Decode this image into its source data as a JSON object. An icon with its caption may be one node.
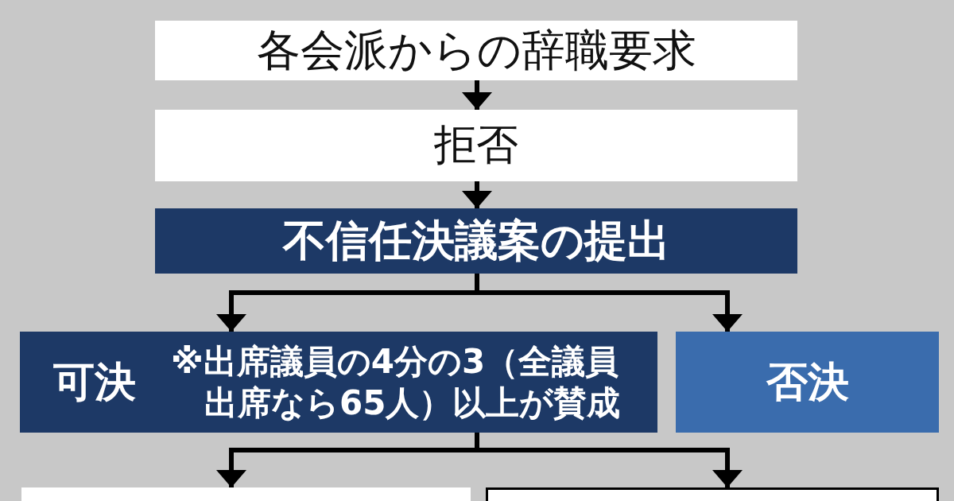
{
  "diagram": {
    "nodes": [
      {
        "text": [
          "各会派からの辞職要求"
        ]
      },
      {
        "text": [
          "拒否"
        ]
      },
      {
        "text": [
          "不信任決議案の提出"
        ]
      },
      {
        "text": [
          "可決",
          "※出席議員の4分の3（全議員出席なら65人）以上が賛成"
        ]
      },
      {
        "text": [
          "否決"
        ]
      },
      {
        "text": [],
        "shape": "box"
      },
      {
        "text": [],
        "shape": "box"
      }
    ],
    "edges": [
      {
        "from": 0,
        "to": 1,
        "arrow": "to"
      },
      {
        "from": 1,
        "to": 2,
        "arrow": "to"
      },
      {
        "from": 2,
        "to": 3,
        "arrow": "to"
      },
      {
        "from": 2,
        "to": 4,
        "arrow": "to"
      },
      {
        "from": 3,
        "to": 5,
        "arrow": "to"
      },
      {
        "from": 3,
        "to": 6,
        "arrow": "to"
      }
    ]
  }
}
